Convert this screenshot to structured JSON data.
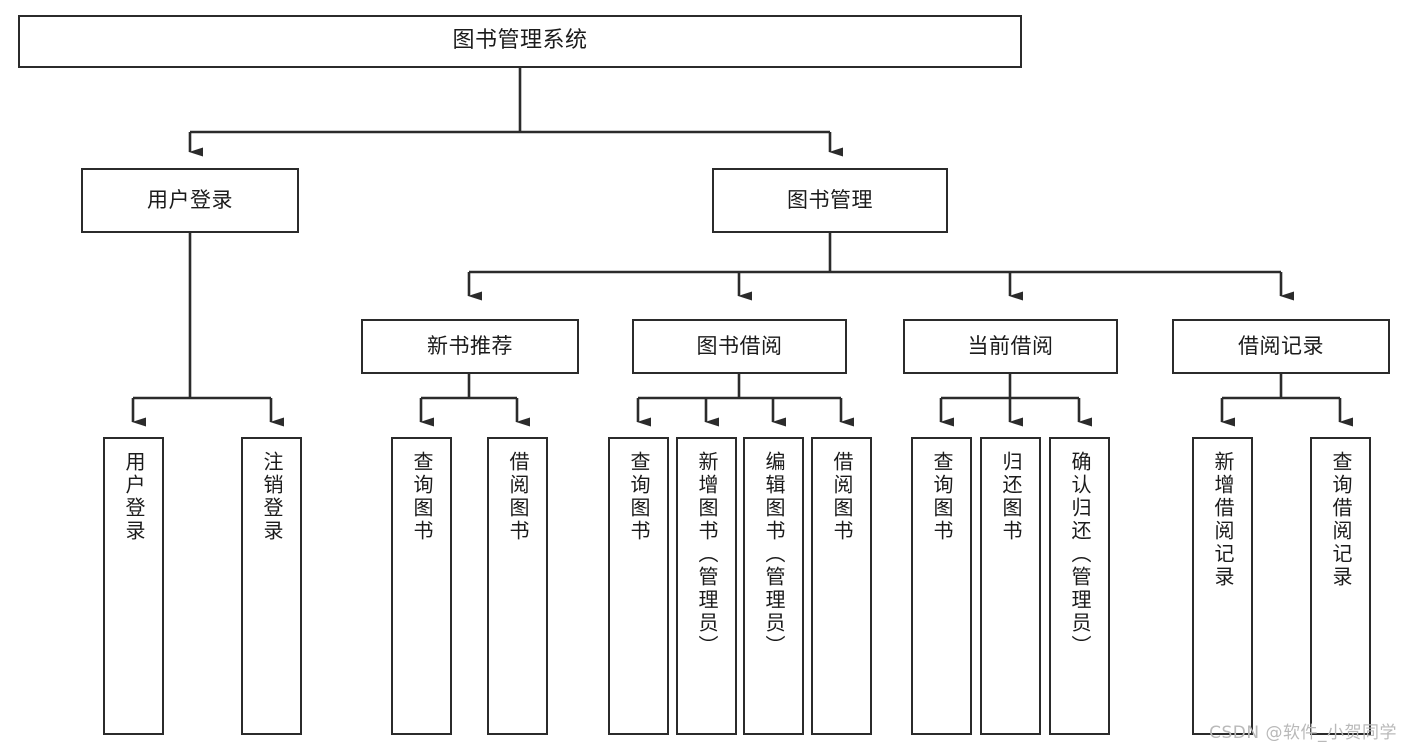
{
  "diagram": {
    "type": "tree-hierarchy",
    "title": "图书管理系统",
    "watermark": "CSDN @软件_小贺同学",
    "colors": {
      "stroke": "#2b2b2b",
      "fill": "#ffffff",
      "text": "#1b1b1b",
      "watermark": "#b9b9b9"
    },
    "levels": {
      "root": {
        "label": "图书管理系统"
      },
      "level2": [
        {
          "id": "user-login",
          "label": "用户登录"
        },
        {
          "id": "book-manage",
          "label": "图书管理"
        }
      ],
      "level3": [
        {
          "id": "new-book-rec",
          "label": "新书推荐",
          "parent": "book-manage"
        },
        {
          "id": "book-borrow",
          "label": "图书借阅",
          "parent": "book-manage"
        },
        {
          "id": "current-borrow",
          "label": "当前借阅",
          "parent": "book-manage"
        },
        {
          "id": "borrow-record",
          "label": "借阅记录",
          "parent": "book-manage"
        }
      ],
      "leaves": [
        {
          "id": "leaf-user-login",
          "label": "用户登录",
          "parent": "user-login"
        },
        {
          "id": "leaf-logout-login",
          "label": "注销登录",
          "parent": "user-login"
        },
        {
          "id": "leaf-query-book-1",
          "label": "查询图书",
          "parent": "new-book-rec"
        },
        {
          "id": "leaf-borrow-book-1",
          "label": "借阅图书",
          "parent": "new-book-rec"
        },
        {
          "id": "leaf-query-book-2",
          "label": "查询图书",
          "parent": "book-borrow"
        },
        {
          "id": "leaf-add-book",
          "label": "新增图书（管理员）",
          "parent": "book-borrow"
        },
        {
          "id": "leaf-edit-book",
          "label": "编辑图书（管理员）",
          "parent": "book-borrow"
        },
        {
          "id": "leaf-borrow-book-2",
          "label": "借阅图书",
          "parent": "book-borrow"
        },
        {
          "id": "leaf-query-book-3",
          "label": "查询图书",
          "parent": "current-borrow"
        },
        {
          "id": "leaf-return-book",
          "label": "归还图书",
          "parent": "current-borrow"
        },
        {
          "id": "leaf-confirm-return",
          "label": "确认归还（管理员）",
          "parent": "current-borrow"
        },
        {
          "id": "leaf-add-record",
          "label": "新增借阅记录",
          "parent": "borrow-record"
        },
        {
          "id": "leaf-query-record",
          "label": "查询借阅记录",
          "parent": "borrow-record"
        }
      ]
    }
  }
}
